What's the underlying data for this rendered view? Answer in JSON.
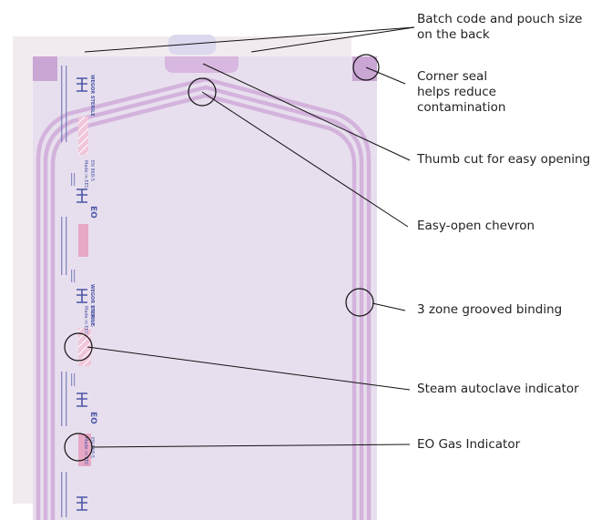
{
  "callouts": {
    "batch_code_line1": "Batch code and pouch size",
    "batch_code_line2": "on the back",
    "corner_seal_line1": "Corner seal",
    "corner_seal_line2": "helps reduce",
    "corner_seal_line3": "contamination",
    "thumb_cut": "Thumb cut for easy opening",
    "chevron": "Easy-open chevron",
    "grooved_binding": "3 zone grooved binding",
    "steam_indicator": "Steam autoclave indicator",
    "eo_indicator": "EO Gas Indicator"
  },
  "strip_text": {
    "eo_mark": "EO",
    "made_in": "Made in EEC",
    "standard": "EN 868-5",
    "brand": "WEGOR STERILE"
  },
  "colors": {
    "pouch_front": "#e8dfee",
    "pouch_back": "#f1ebf0",
    "pouch_back_tab": "#dcd8ee",
    "seal_stripe": "#d3b3dc",
    "corner_seal": "#c9a6d4",
    "strip_text": "#4a57a6",
    "steam_indicator": "#e6a6c8",
    "eo_indicator": "#e7a8c5",
    "leader_line": "#111111"
  }
}
